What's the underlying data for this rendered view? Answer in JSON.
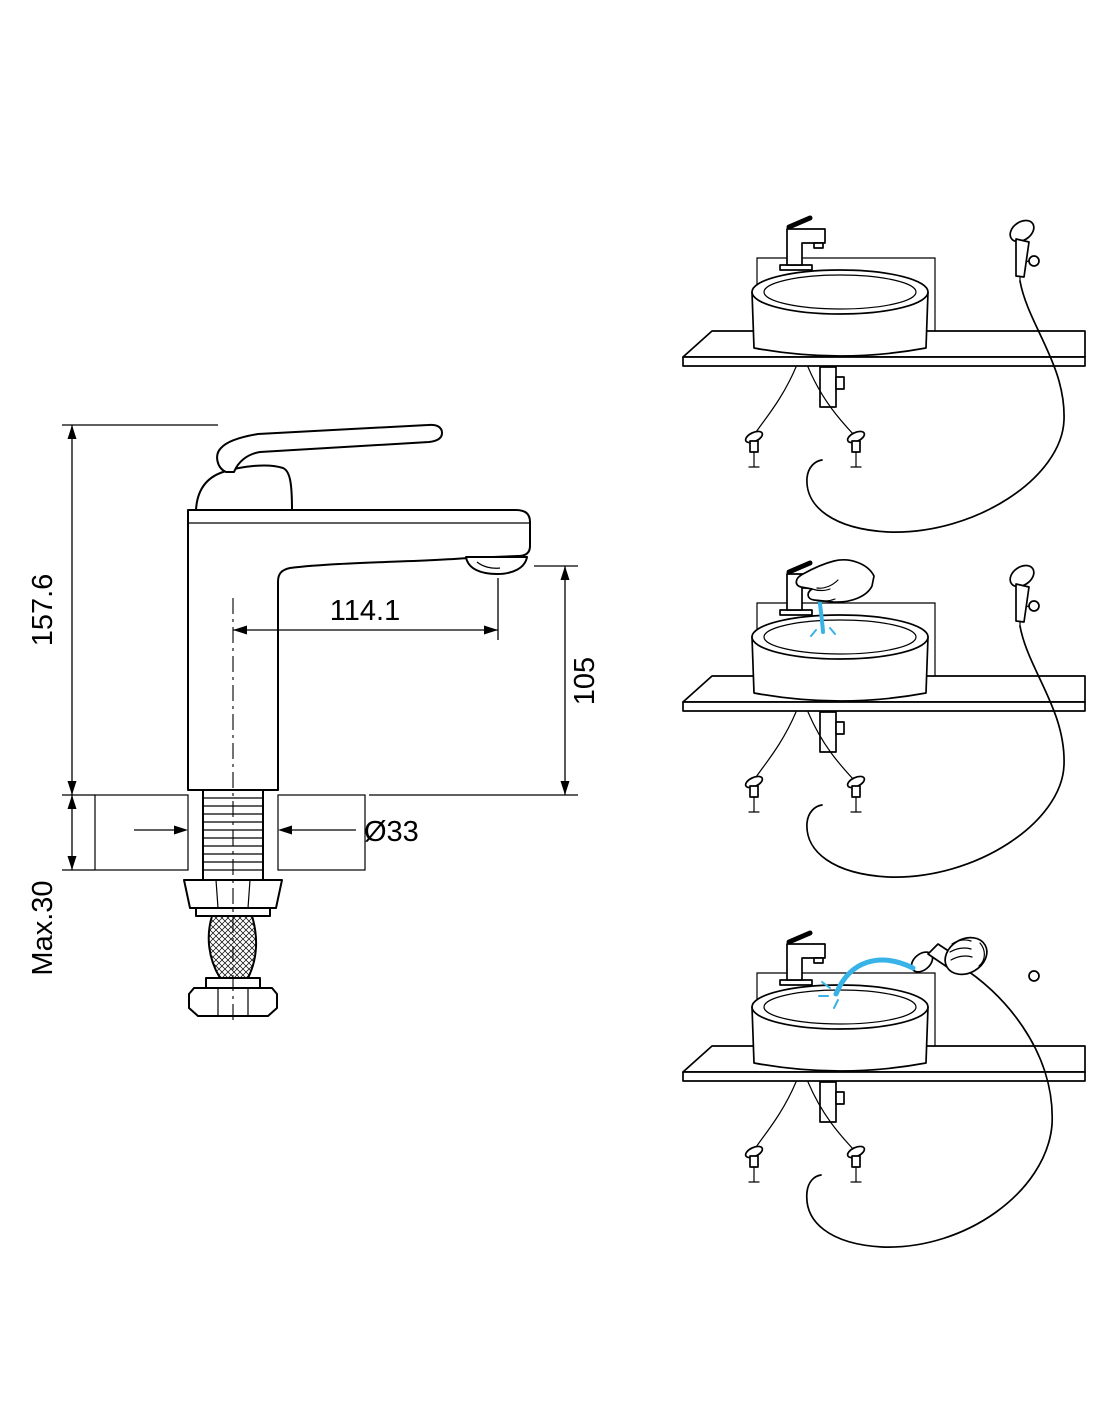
{
  "technical_drawing": {
    "dimensions": {
      "total_height": "157.6",
      "spout_reach": "114.1",
      "spout_height": "105",
      "hole_diameter": "Ø33",
      "max_thickness": "Max.30"
    },
    "colors": {
      "line": "#000000",
      "water": "#38b3e8"
    }
  }
}
